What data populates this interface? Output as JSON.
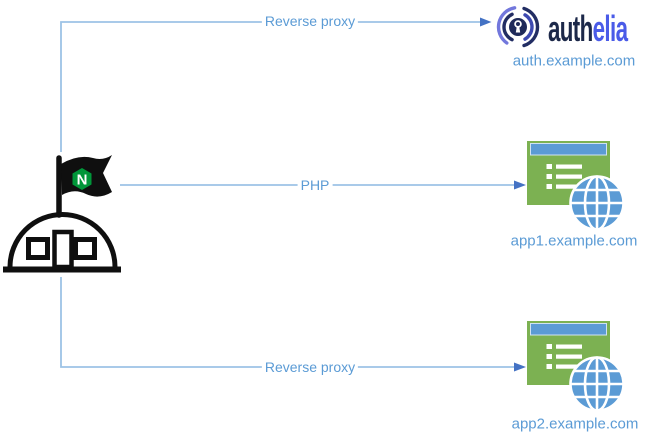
{
  "diagram": {
    "nginx": {
      "logo_letter": "N"
    },
    "authelia": {
      "brand_auth": "auth",
      "brand_elia": "elia",
      "domain": "auth.example.com"
    },
    "app1": {
      "domain": "app1.example.com"
    },
    "app2": {
      "domain": "app2.example.com"
    },
    "connectors": {
      "auth": {
        "label": "Reverse proxy"
      },
      "app1": {
        "label": "PHP"
      },
      "app2": {
        "label": "Reverse proxy"
      }
    },
    "colors": {
      "connector_line": "#9DC3E6",
      "arrowhead": "#4472C4",
      "label_text": "#5B9BD5",
      "nginx_green": "#009639",
      "icon_black": "#0F0F0F",
      "app_green": "#7CB152",
      "titlebar_blue": "#5B9BD5",
      "globe_blue": "#5B9BD5",
      "authelia_navy": "#1C2849",
      "authelia_accent": "#4A5BE8",
      "authelia_icon_light": "#7277DC"
    }
  }
}
